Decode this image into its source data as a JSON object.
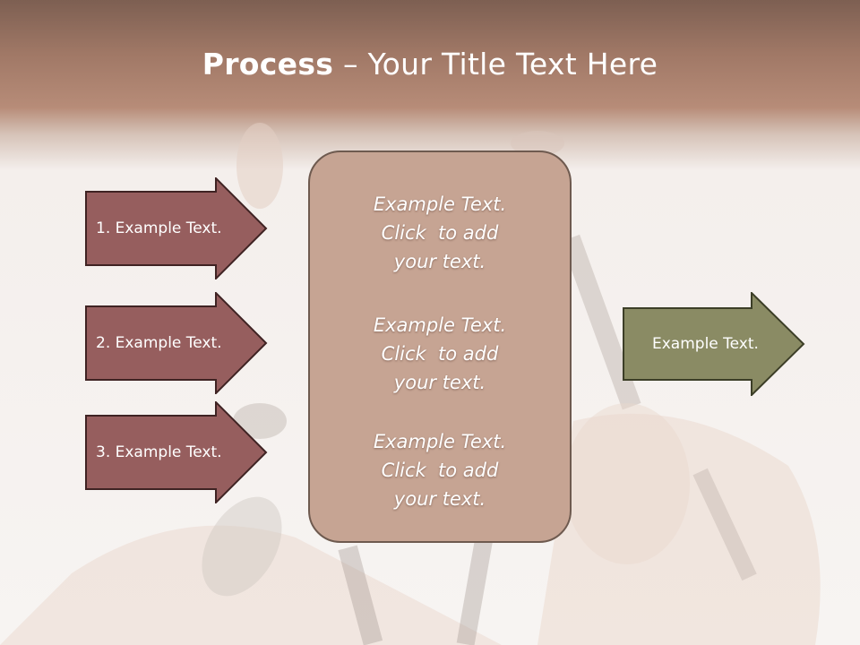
{
  "slide": {
    "title_bold": "Process",
    "title_rest": " – Your Title Text Here"
  },
  "left_arrows": [
    {
      "label": "1. Example Text."
    },
    {
      "label": "2. Example Text."
    },
    {
      "label": "3. Example Text."
    }
  ],
  "center_blocks": [
    {
      "lines": [
        "Example Text.",
        "Click  to add",
        "your text."
      ]
    },
    {
      "lines": [
        "Example Text.",
        "Click  to add",
        "your text."
      ]
    },
    {
      "lines": [
        "Example Text.",
        "Click  to add",
        "your text."
      ]
    }
  ],
  "right_arrow": {
    "label": "Example Text."
  },
  "colors": {
    "left_arrow_fill": "#965e5e",
    "left_arrow_stroke": "#3f2323",
    "right_arrow_fill": "#8a8b64",
    "right_arrow_stroke": "#3c3e27",
    "center_box_fill": "#c6a493",
    "header_band": "#a07866"
  }
}
